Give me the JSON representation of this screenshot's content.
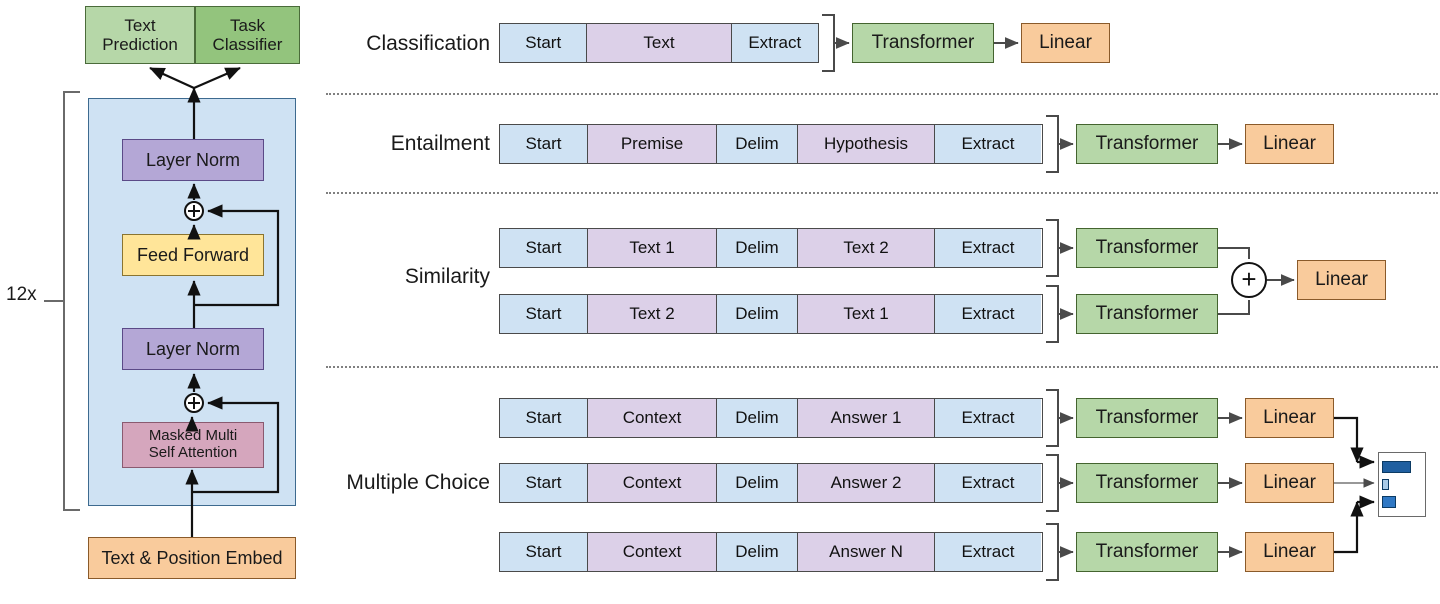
{
  "figure": {
    "title": "GPT transformer architecture and input transformations",
    "colors": {
      "token_start": "#cfe2f3",
      "token_content": "#dcd0e8",
      "transformer": "#b6d7a8",
      "linear": "#f9cb9c",
      "layer_norm": "#b4a7d6",
      "feed_forward": "#ffe599",
      "attention": "#d5a6bd",
      "block_panel": "#cfe2f3",
      "text_prediction": "#b6d7a8",
      "task_classifier": "#93c47d",
      "embed": "#f9cb9c",
      "softmax_bar_dark": "#1f5fa0",
      "softmax_bar_mid": "#2f78c4",
      "softmax_bar_light": "#a9cbe8",
      "divider": "#808080"
    }
  },
  "left_panel": {
    "repeat_label": "12x",
    "heads": [
      {
        "label": "Text\nPrediction",
        "line1": "Text",
        "line2": "Prediction"
      },
      {
        "label": "Task\nClassifier",
        "line1": "Task",
        "line2": "Classifier"
      }
    ],
    "blocks": [
      {
        "id": "layer-norm-top",
        "label": "Layer Norm"
      },
      {
        "id": "feed-forward",
        "label": "Feed Forward"
      },
      {
        "id": "layer-norm-bottom",
        "label": "Layer Norm"
      },
      {
        "id": "masked-attention",
        "line1": "Masked Multi",
        "line2": "Self Attention"
      }
    ],
    "embed": {
      "label": "Text & Position Embed"
    },
    "residual_symbol": "+"
  },
  "tasks": [
    {
      "name": "classification",
      "label": "Classification",
      "sequences": [
        {
          "tokens": [
            "Start",
            "Text",
            "Extract"
          ],
          "kinds": [
            "blue",
            "purple",
            "blue"
          ]
        }
      ],
      "transformer_label": "Transformer",
      "linear_label": "Linear",
      "merge": null
    },
    {
      "name": "entailment",
      "label": "Entailment",
      "sequences": [
        {
          "tokens": [
            "Start",
            "Premise",
            "Delim",
            "Hypothesis",
            "Extract"
          ],
          "kinds": [
            "blue",
            "purple",
            "blue",
            "purple",
            "blue"
          ]
        }
      ],
      "transformer_label": "Transformer",
      "linear_label": "Linear",
      "merge": null
    },
    {
      "name": "similarity",
      "label": "Similarity",
      "sequences": [
        {
          "tokens": [
            "Start",
            "Text 1",
            "Delim",
            "Text 2",
            "Extract"
          ],
          "kinds": [
            "blue",
            "purple",
            "blue",
            "purple",
            "blue"
          ]
        },
        {
          "tokens": [
            "Start",
            "Text 2",
            "Delim",
            "Text 1",
            "Extract"
          ],
          "kinds": [
            "blue",
            "purple",
            "blue",
            "purple",
            "blue"
          ]
        }
      ],
      "transformer_label": "Transformer",
      "linear_label": "Linear",
      "merge": {
        "symbol": "+",
        "name": "element-wise-add"
      }
    },
    {
      "name": "multiple-choice",
      "label": "Multiple Choice",
      "sequences": [
        {
          "tokens": [
            "Start",
            "Context",
            "Delim",
            "Answer 1",
            "Extract"
          ],
          "kinds": [
            "blue",
            "purple",
            "blue",
            "purple",
            "blue"
          ]
        },
        {
          "tokens": [
            "Start",
            "Context",
            "Delim",
            "Answer 2",
            "Extract"
          ],
          "kinds": [
            "blue",
            "purple",
            "blue",
            "purple",
            "blue"
          ]
        },
        {
          "tokens": [
            "Start",
            "Context",
            "Delim",
            "Answer N",
            "Extract"
          ],
          "kinds": [
            "blue",
            "purple",
            "blue",
            "purple",
            "blue"
          ]
        }
      ],
      "transformer_label": "Transformer",
      "linear_label": "Linear",
      "merge": {
        "symbol": "softmax",
        "name": "softmax-bar-chart"
      }
    }
  ],
  "softmax_chart": {
    "type": "bar",
    "orientation": "horizontal",
    "values": [
      0.72,
      0.1,
      0.34
    ],
    "colors": [
      "#1f5fa0",
      "#a9cbe8",
      "#2f78c4"
    ]
  }
}
